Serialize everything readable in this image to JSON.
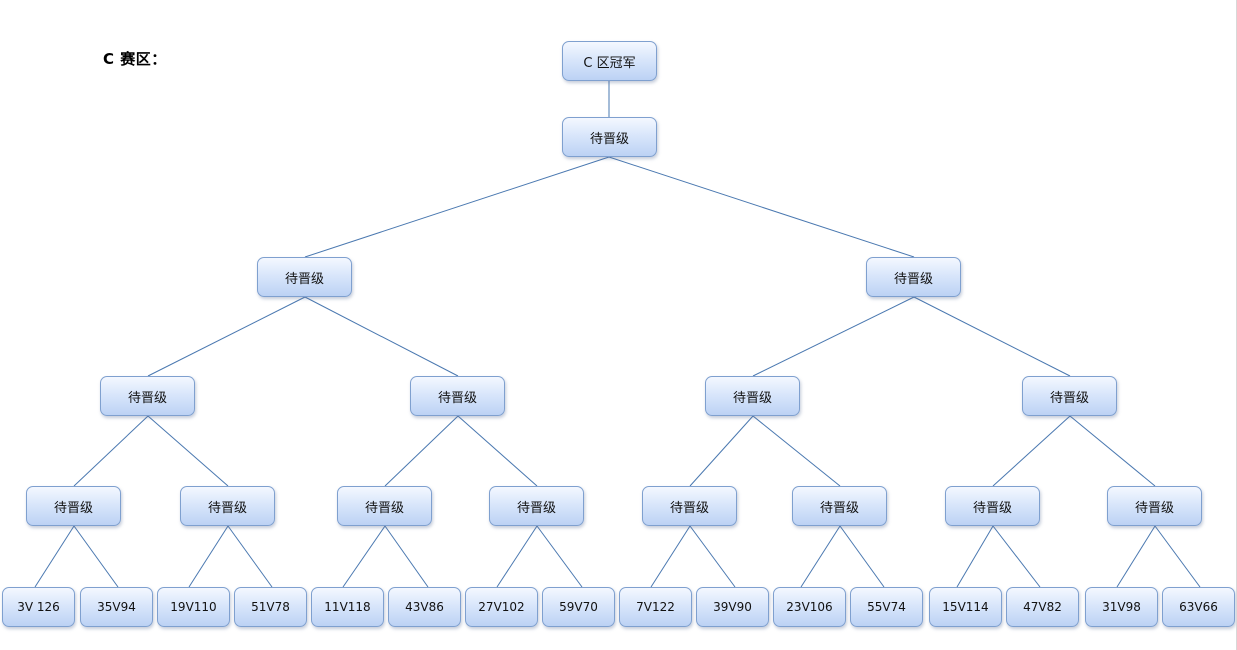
{
  "region_title": "C 赛区：",
  "line_color": "#4a78b0",
  "node_border_color": "#7fa0cf",
  "champion": {
    "label": "C 区冠军"
  },
  "final": {
    "label": "待晋级"
  },
  "semifinals": [
    {
      "label": "待晋级"
    },
    {
      "label": "待晋级"
    }
  ],
  "quarterfinals": [
    {
      "label": "待晋级"
    },
    {
      "label": "待晋级"
    },
    {
      "label": "待晋级"
    },
    {
      "label": "待晋级"
    }
  ],
  "round_of_16": [
    {
      "label": "待晋级"
    },
    {
      "label": "待晋级"
    },
    {
      "label": "待晋级"
    },
    {
      "label": "待晋级"
    },
    {
      "label": "待晋级"
    },
    {
      "label": "待晋级"
    },
    {
      "label": "待晋级"
    },
    {
      "label": "待晋级"
    }
  ],
  "matches": [
    {
      "label": "3V 126"
    },
    {
      "label": "35V94"
    },
    {
      "label": "19V110"
    },
    {
      "label": "51V78"
    },
    {
      "label": "11V118"
    },
    {
      "label": "43V86"
    },
    {
      "label": "27V102"
    },
    {
      "label": "59V70"
    },
    {
      "label": "7V122"
    },
    {
      "label": "39V90"
    },
    {
      "label": "23V106"
    },
    {
      "label": "55V74"
    },
    {
      "label": "15V114"
    },
    {
      "label": "47V82"
    },
    {
      "label": "31V98"
    },
    {
      "label": "63V66"
    }
  ]
}
